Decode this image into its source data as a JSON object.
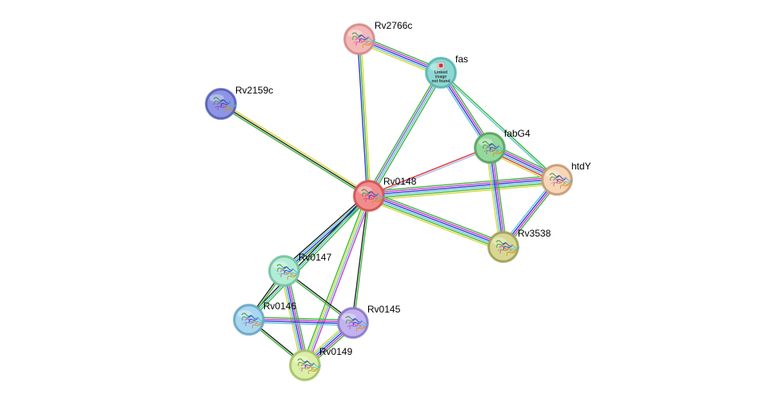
{
  "network": {
    "nodes": [
      {
        "id": "Rv0148",
        "label": "Rv0148",
        "fill": "#f28c8c",
        "stroke": "#d65555",
        "icon": "protein-structure-icon"
      },
      {
        "id": "Rv2766c",
        "label": "Rv2766c",
        "fill": "#f4b8b8",
        "stroke": "#d88d8d",
        "icon": "protein-structure-icon"
      },
      {
        "id": "fas",
        "label": "fas",
        "fill": "#8ed8d3",
        "stroke": "#5fb7b1",
        "icon": "broken-image-icon",
        "icon_text": "Linked image not found"
      },
      {
        "id": "Rv2159c",
        "label": "Rv2159c",
        "fill": "#8d95e4",
        "stroke": "#5a63b7",
        "icon": "protein-structure-icon"
      },
      {
        "id": "fabG4",
        "label": "fabG4",
        "fill": "#95d89b",
        "stroke": "#5ea565",
        "icon": "protein-structure-icon"
      },
      {
        "id": "htdY",
        "label": "htdY",
        "fill": "#f6d6b6",
        "stroke": "#c99e78",
        "icon": "protein-structure-icon"
      },
      {
        "id": "Rv3538",
        "label": "Rv3538",
        "fill": "#d8d894",
        "stroke": "#a3a45c",
        "icon": "protein-structure-icon"
      },
      {
        "id": "Rv0147",
        "label": "Rv0147",
        "fill": "#b3ecd4",
        "stroke": "#7bc4a4",
        "icon": "protein-structure-icon"
      },
      {
        "id": "Rv0146",
        "label": "Rv0146",
        "fill": "#a8d7ef",
        "stroke": "#6fa9c7",
        "icon": "protein-structure-icon"
      },
      {
        "id": "Rv0145",
        "label": "Rv0145",
        "fill": "#c3b2f0",
        "stroke": "#8e7dc6",
        "icon": "protein-structure-icon"
      },
      {
        "id": "Rv0149",
        "label": "Rv0149",
        "fill": "#dcefa6",
        "stroke": "#a8c46c",
        "icon": "protein-structure-icon"
      }
    ],
    "edges": [
      {
        "from": "Rv0148",
        "to": "Rv2766c",
        "colors": [
          "#2e3bd6",
          "#3cb83c",
          "#d8d83a"
        ]
      },
      {
        "from": "Rv0148",
        "to": "fas",
        "colors": [
          "#3cb83c",
          "#8e5fd0",
          "#63c6d6",
          "#3cb83c"
        ]
      },
      {
        "from": "Rv0148",
        "to": "Rv2159c",
        "colors": [
          "#3cb83c",
          "#222222",
          "#d8d83a"
        ]
      },
      {
        "from": "Rv0148",
        "to": "fabG4",
        "colors": [
          "#e03030",
          "#a8b8f0"
        ]
      },
      {
        "from": "Rv0148",
        "to": "htdY",
        "colors": [
          "#3cb83c",
          "#d13ad1",
          "#2e3bd6",
          "#63c6d6",
          "#3cb83c",
          "#d8d83a"
        ]
      },
      {
        "from": "Rv0148",
        "to": "Rv3538",
        "colors": [
          "#3cb83c",
          "#d13ad1",
          "#2e3bd6",
          "#63c6d6",
          "#3cb83c",
          "#d8d83a"
        ]
      },
      {
        "from": "Rv0148",
        "to": "Rv0147",
        "colors": [
          "#3cb83c",
          "#2e3bd6",
          "#63c6d6",
          "#222222"
        ]
      },
      {
        "from": "Rv0148",
        "to": "Rv0146",
        "colors": [
          "#3cb83c",
          "#63c6d6",
          "#222222"
        ]
      },
      {
        "from": "Rv0148",
        "to": "Rv0145",
        "colors": [
          "#3cb83c",
          "#222222"
        ]
      },
      {
        "from": "Rv0148",
        "to": "Rv0149",
        "colors": [
          "#d13ad1",
          "#63c6d6",
          "#d8d83a",
          "#3cb83c"
        ]
      },
      {
        "from": "Rv2766c",
        "to": "fas",
        "colors": [
          "#3cb83c",
          "#d13ad1",
          "#2e3bd6",
          "#63c6d6",
          "#d8d83a"
        ]
      },
      {
        "from": "fas",
        "to": "fabG4",
        "colors": [
          "#3cb83c",
          "#d13ad1",
          "#2e3bd6",
          "#63c6d6"
        ]
      },
      {
        "from": "fas",
        "to": "htdY",
        "colors": [
          "#3cb83c",
          "#63c6d6"
        ]
      },
      {
        "from": "fabG4",
        "to": "htdY",
        "colors": [
          "#3cb83c",
          "#d13ad1",
          "#2e3bd6",
          "#63c6d6",
          "#e03030",
          "#d8d83a"
        ]
      },
      {
        "from": "fabG4",
        "to": "Rv3538",
        "colors": [
          "#3cb83c",
          "#d13ad1",
          "#2e3bd6",
          "#63c6d6",
          "#d8d83a"
        ]
      },
      {
        "from": "htdY",
        "to": "Rv3538",
        "colors": [
          "#3cb83c",
          "#d13ad1",
          "#2e3bd6",
          "#63c6d6"
        ]
      },
      {
        "from": "Rv0147",
        "to": "Rv0146",
        "colors": [
          "#3cb83c",
          "#222222"
        ]
      },
      {
        "from": "Rv0147",
        "to": "Rv0145",
        "colors": [
          "#222222",
          "#3cb83c"
        ]
      },
      {
        "from": "Rv0147",
        "to": "Rv0149",
        "colors": [
          "#3cb83c",
          "#d13ad1",
          "#2e3bd6",
          "#63c6d6",
          "#d8d83a"
        ]
      },
      {
        "from": "Rv0146",
        "to": "Rv0145",
        "colors": [
          "#3cb83c",
          "#d13ad1",
          "#2e3bd6",
          "#63c6d6"
        ]
      },
      {
        "from": "Rv0146",
        "to": "Rv0149",
        "colors": [
          "#222222",
          "#3cb83c"
        ]
      },
      {
        "from": "Rv0145",
        "to": "Rv0149",
        "colors": [
          "#3cb83c",
          "#d13ad1",
          "#2e3bd6",
          "#63c6d6",
          "#d8d83a"
        ]
      }
    ]
  }
}
